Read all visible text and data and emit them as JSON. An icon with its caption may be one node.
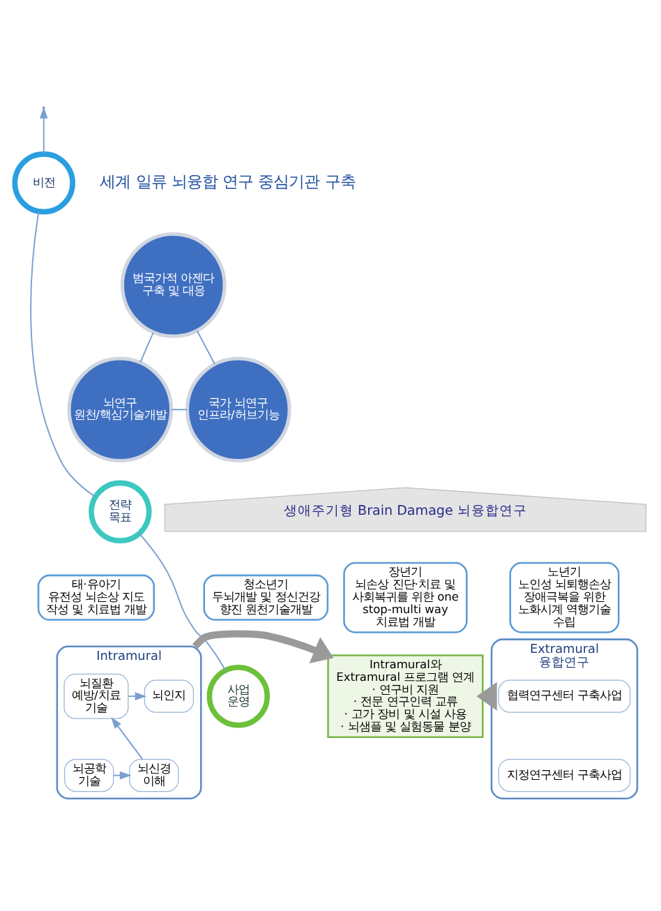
{
  "diagram": {
    "nodes": [
      {
        "text": [
          "비전"
        ]
      },
      {
        "text": [
          "범국가적 아젠다 구축 및 대응"
        ]
      },
      {
        "text": [
          "뇌연구 원천/핵심기술개발"
        ]
      },
      {
        "text": [
          "국가 뇌연구 인프라/허브기능"
        ]
      },
      {
        "text": [
          "전략 목표"
        ]
      },
      {
        "text": [
          "생애주기형 Brain Damage 뇌융합연구"
        ]
      },
      {
        "text": [
          "태·유아기",
          "유전성 뇌손상 지도 작성 및 치료법 개발"
        ]
      },
      {
        "text": [
          "청소년기",
          "두뇌개발 및 정신건강 향진 원천기술개발"
        ]
      },
      {
        "text": [
          "장년기",
          "뇌손상 진단·치료 및 사회복귀를 위한 one stop-multi way 치료법 개발"
        ]
      },
      {
        "text": [
          "노년기",
          "노인성 뇌퇴행손상 장애극복을 위한 노화시계 역행기술 수립"
        ]
      },
      {
        "text": [
          "사업 운영"
        ]
      },
      {
        "text": [
          "Intramural"
        ]
      },
      {
        "text": [
          "뇌질환 예방/치료 기술"
        ],
        "in": 11
      },
      {
        "text": [
          "뇌인지"
        ],
        "in": 11
      },
      {
        "text": [
          "뇌신경 이해"
        ],
        "in": 11
      },
      {
        "text": [
          "뇌공학 기술"
        ],
        "in": 11
      },
      {
        "text": [
          "Intramural와 Extramural 프로그램 연계",
          "· 연구비 지원",
          "· 전문 연구인력 교류",
          "· 고가 장비 및 시설 사용",
          "· 뇌샘플 및 실험동물 분양"
        ]
      },
      {
        "text": [
          "Extramural",
          "융합연구"
        ]
      },
      {
        "text": [
          "협력연구센터 구축사업"
        ],
        "in": 17
      },
      {
        "text": [
          "지정연구센터 구축사업"
        ],
        "in": 17
      }
    ],
    "edges": [
      {
        "from": 0,
        "to": null,
        "arrow": "to"
      },
      {
        "from": 0,
        "to": 4,
        "arrow": "none"
      },
      {
        "from": 4,
        "to": 10,
        "arrow": "none"
      },
      {
        "from": 1,
        "to": 2,
        "arrow": "none"
      },
      {
        "from": 1,
        "to": 3,
        "arrow": "none"
      },
      {
        "from": 2,
        "to": 3,
        "arrow": "none"
      },
      {
        "from": 12,
        "to": 13,
        "arrow": "to"
      },
      {
        "from": 14,
        "to": 12,
        "arrow": "to"
      },
      {
        "from": 15,
        "to": 14,
        "arrow": "to"
      },
      {
        "from": 11,
        "to": 16,
        "arrow": "to",
        "style": "thick",
        "color": "#9a9a9a"
      },
      {
        "from": 17,
        "to": 16,
        "arrow": "to",
        "style": "thick",
        "color": "#9a9a9a"
      }
    ],
    "labels": [
      "세계 일류 뇌융합 연구 중심기관 구축"
    ]
  }
}
